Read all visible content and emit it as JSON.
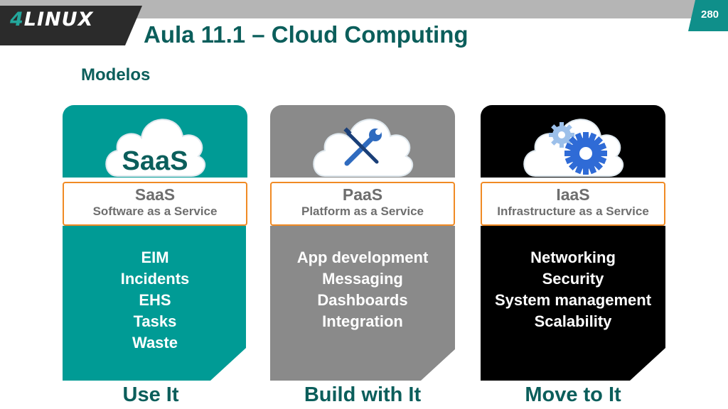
{
  "header": {
    "logo_text_four": "4",
    "logo_text_rest": "LINUX",
    "title": "Aula 11.1 – Cloud Computing",
    "page_number": "280"
  },
  "subtitle": "Modelos",
  "colors": {
    "teal": "#009b95",
    "gray": "#8a8a8a",
    "black": "#000000",
    "dark_teal": "#0b5e5b",
    "orange": "#f08a24"
  },
  "columns": [
    {
      "cloud_text": "SaaS",
      "abbr": "SaaS",
      "full": "Software as a Service",
      "items": [
        "EIM",
        "Incidents",
        "EHS",
        "Tasks",
        "Waste"
      ],
      "footer": "Use It",
      "icon": "saas-cloud-icon"
    },
    {
      "abbr": "PaaS",
      "full": "Platform as a Service",
      "items": [
        "App development",
        "Messaging",
        "Dashboards",
        "Integration"
      ],
      "footer": "Build with It",
      "icon": "wrench-screwdriver-icon"
    },
    {
      "abbr": "IaaS",
      "full": "Infrastructure as a Service",
      "items": [
        "Networking",
        "Security",
        "System management",
        "Scalability"
      ],
      "footer": "Move to It",
      "icon": "gears-icon"
    }
  ]
}
